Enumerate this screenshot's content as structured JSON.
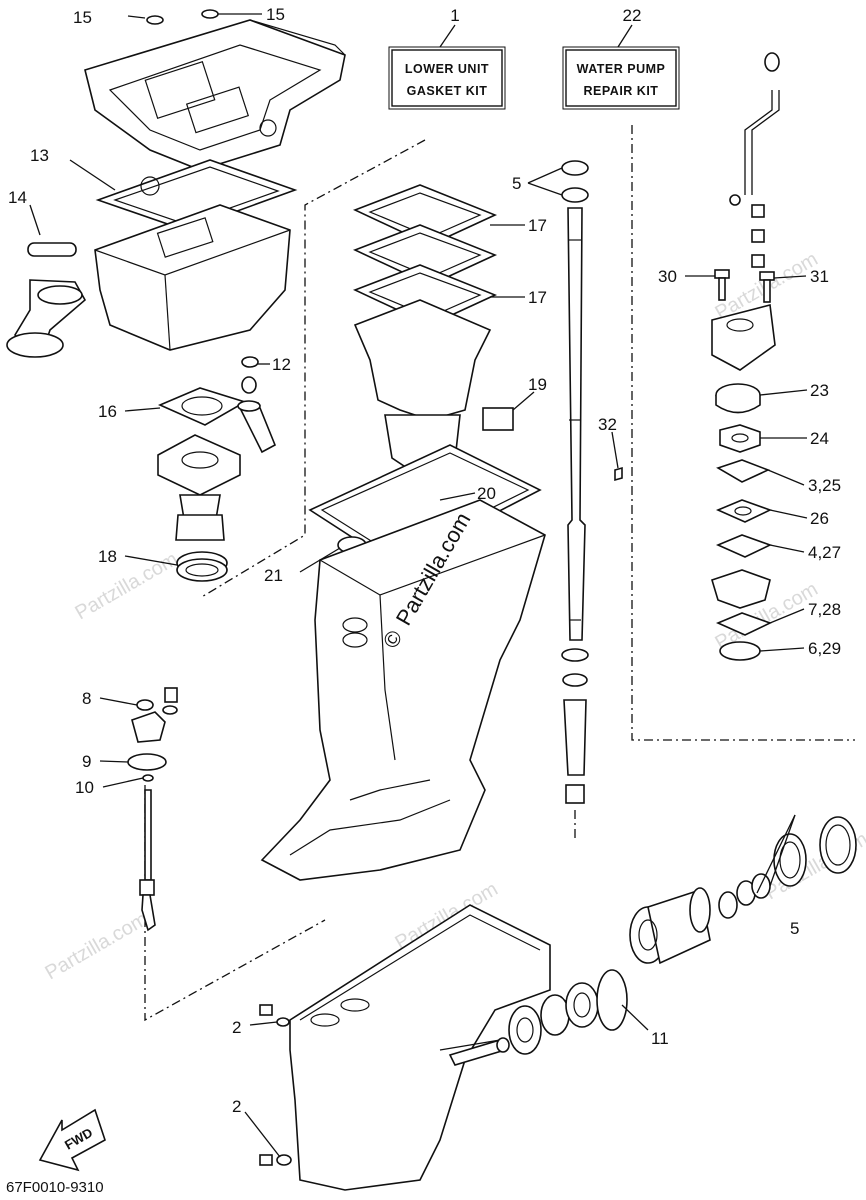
{
  "diagram": {
    "code": "67F0010-9310",
    "fwd_label": "FWD",
    "kits": [
      {
        "number": "1",
        "line1": "LOWER UNIT",
        "line2": "GASKET KIT"
      },
      {
        "number": "22",
        "line1": "WATER PUMP",
        "line2": "REPAIR KIT"
      }
    ],
    "callouts": {
      "c15a": "15",
      "c15b": "15",
      "c13": "13",
      "c14": "14",
      "c12": "12",
      "c16": "16",
      "c18": "18",
      "c21": "21",
      "c17a": "17",
      "c17b": "17",
      "c19": "19",
      "c20": "20",
      "c5a": "5",
      "c32": "32",
      "c30": "30",
      "c31": "31",
      "c23": "23",
      "c24": "24",
      "c325": "3,25",
      "c26": "26",
      "c427": "4,27",
      "c728": "7,28",
      "c629": "6,29",
      "c8": "8",
      "c9": "9",
      "c10": "10",
      "c2a": "2",
      "c2b": "2",
      "c11": "11",
      "c5b": "5"
    },
    "watermark": "Partzilla.com",
    "watermark_symbol": "©"
  },
  "colors": {
    "ink": "#111111",
    "watermark": "#d9d9d9",
    "background": "#ffffff"
  }
}
